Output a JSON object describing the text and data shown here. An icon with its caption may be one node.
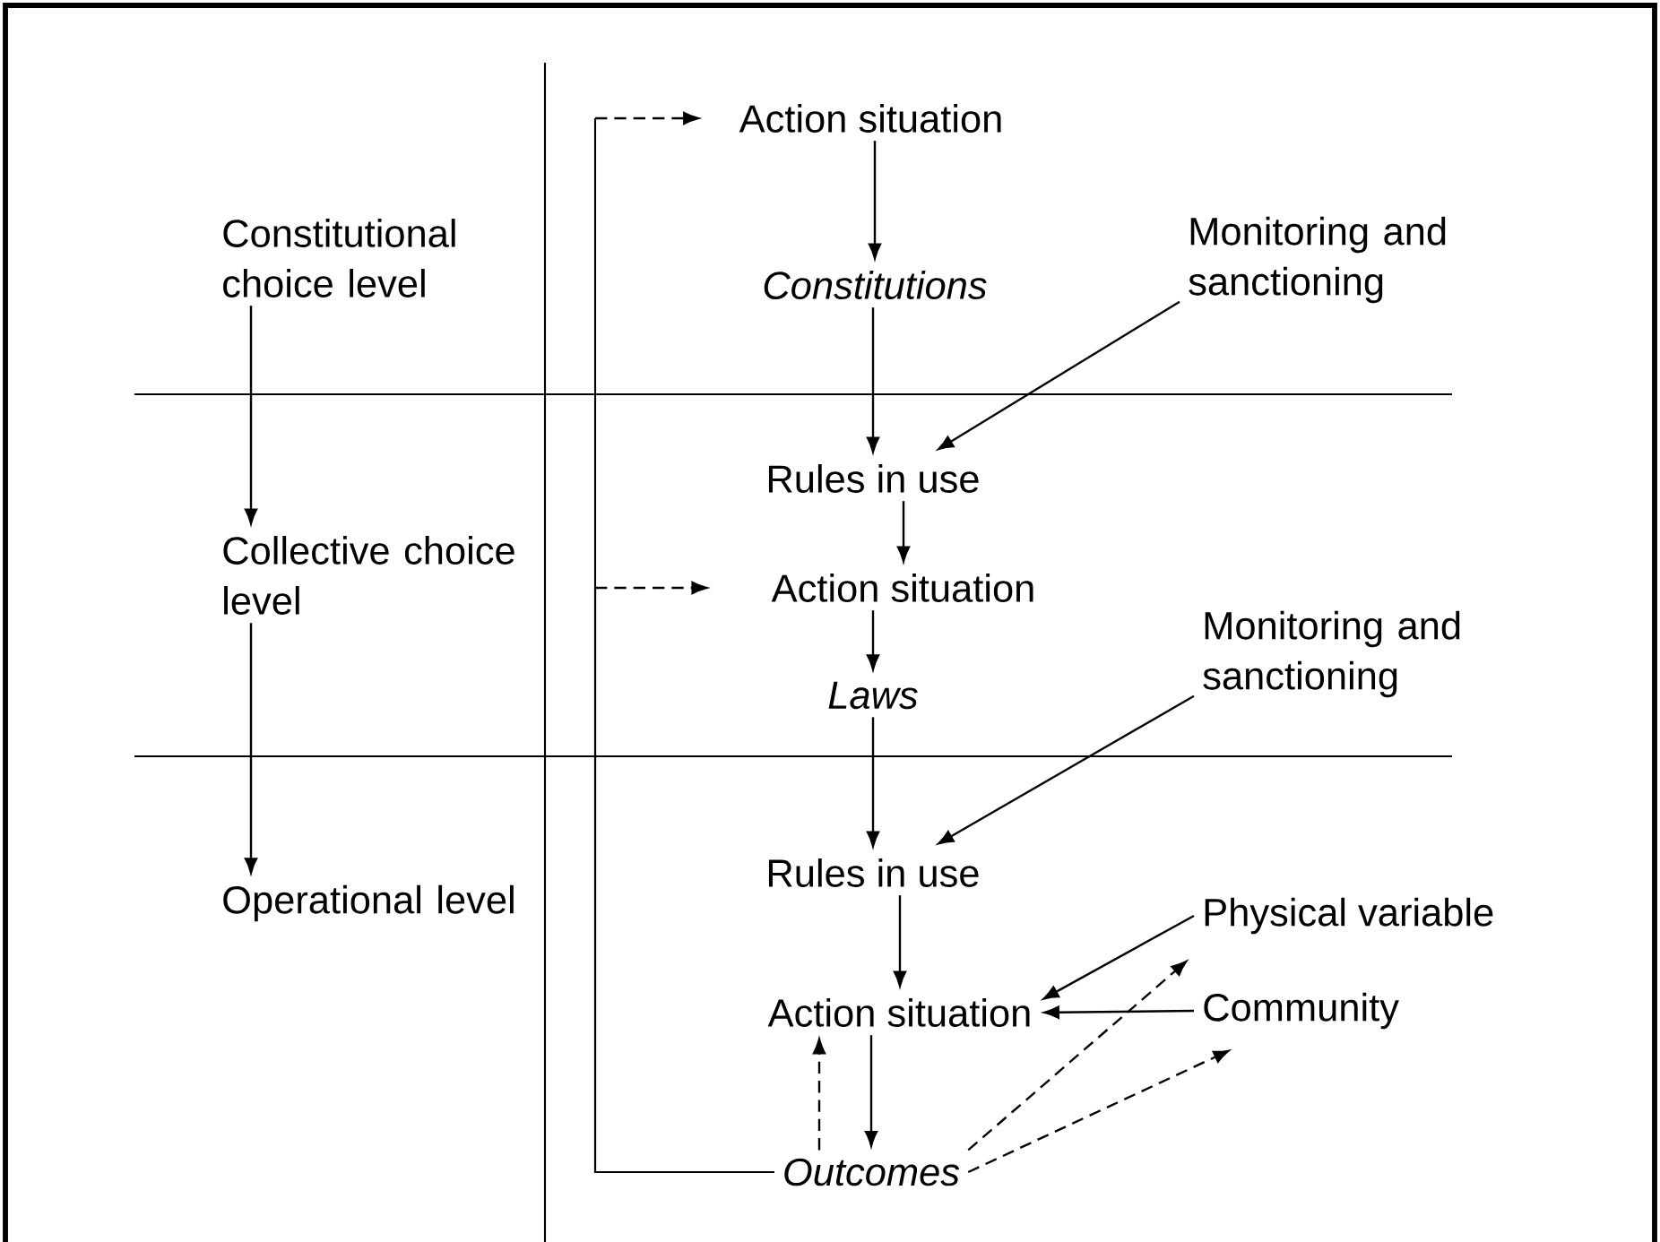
{
  "diagram": {
    "nodes": [
      {
        "text": [
          "Constitutional choice level"
        ]
      },
      {
        "text": [
          "Collective choice level"
        ]
      },
      {
        "text": [
          "Operational level"
        ]
      },
      {
        "text": [
          "Action situation"
        ]
      },
      {
        "text": [
          "Constitutions"
        ]
      },
      {
        "text": [
          "Monitoring and sanctioning"
        ]
      },
      {
        "text": [
          "Rules in use"
        ]
      },
      {
        "text": [
          "Action situation"
        ]
      },
      {
        "text": [
          "Laws"
        ]
      },
      {
        "text": [
          "Monitoring and sanctioning"
        ]
      },
      {
        "text": [
          "Rules in use"
        ]
      },
      {
        "text": [
          "Physical variable"
        ]
      },
      {
        "text": [
          "Action situation"
        ]
      },
      {
        "text": [
          "Community"
        ]
      },
      {
        "text": [
          "Outcomes"
        ]
      }
    ],
    "edges": [
      {
        "from": 0,
        "to": 1,
        "arrow": "to"
      },
      {
        "from": 1,
        "to": 2,
        "arrow": "to"
      },
      {
        "from": 3,
        "to": 4,
        "arrow": "to"
      },
      {
        "from": 4,
        "to": 6,
        "arrow": "to"
      },
      {
        "from": 5,
        "to": 6,
        "arrow": "to"
      },
      {
        "from": 6,
        "to": 7,
        "arrow": "to"
      },
      {
        "from": 7,
        "to": 8,
        "arrow": "to"
      },
      {
        "from": 8,
        "to": 10,
        "arrow": "to"
      },
      {
        "from": 9,
        "to": 10,
        "arrow": "to"
      },
      {
        "from": 10,
        "to": 12,
        "arrow": "to"
      },
      {
        "from": 11,
        "to": 12,
        "arrow": "to"
      },
      {
        "from": 13,
        "to": 12,
        "arrow": "to"
      },
      {
        "from": 12,
        "to": 14,
        "arrow": "to"
      },
      {
        "from": 14,
        "to": 12,
        "arrow": "to",
        "style": "dashed"
      },
      {
        "from": 14,
        "to": 11,
        "arrow": "to",
        "style": "dashed"
      },
      {
        "from": 14,
        "to": 13,
        "arrow": "to",
        "style": "dashed"
      },
      {
        "from": 14,
        "to": 3,
        "arrow": "to"
      },
      {
        "from": 14,
        "to": 7,
        "arrow": "to"
      }
    ]
  }
}
